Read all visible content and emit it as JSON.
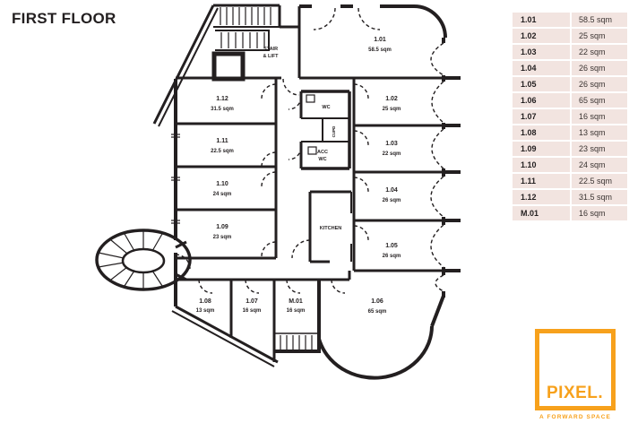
{
  "title": "FIRST FLOOR",
  "rooms": [
    {
      "id": "1.01",
      "area": "58.5 sqm"
    },
    {
      "id": "1.02",
      "area": "25 sqm"
    },
    {
      "id": "1.03",
      "area": "22 sqm"
    },
    {
      "id": "1.04",
      "area": "26 sqm"
    },
    {
      "id": "1.05",
      "area": "26 sqm"
    },
    {
      "id": "1.06",
      "area": "65 sqm"
    },
    {
      "id": "1.07",
      "area": "16 sqm"
    },
    {
      "id": "1.08",
      "area": "13 sqm"
    },
    {
      "id": "1.09",
      "area": "23 sqm"
    },
    {
      "id": "1.10",
      "area": "24 sqm"
    },
    {
      "id": "1.11",
      "area": "22.5 sqm"
    },
    {
      "id": "1.12",
      "area": "31.5 sqm"
    },
    {
      "id": "M.01",
      "area": "16 sqm"
    }
  ],
  "plan_labels": {
    "stair_line1": "STAIR",
    "stair_line2": "& LIFT",
    "wc": "WC",
    "cupd": "CUPD",
    "acc_wc_line1": "ACC",
    "acc_wc_line2": "WC",
    "kitchen": "KITCHEN"
  },
  "logo": {
    "wordmark": "PIXEL.",
    "tagline": "A FORWARD SPACE"
  },
  "colors": {
    "ink": "#231f20",
    "accent_orange": "#f7a11c",
    "table_cell_bg": "#f2e4e0"
  }
}
